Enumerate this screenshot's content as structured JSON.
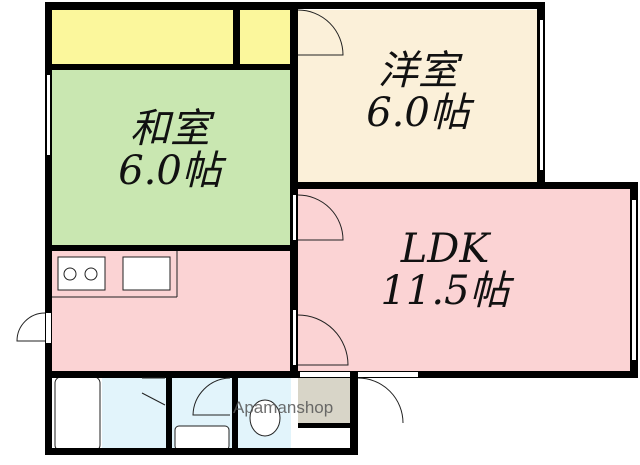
{
  "rooms": {
    "washitsu": {
      "name": "和室",
      "size": "6.0帖"
    },
    "youshitsu": {
      "name": "洋室",
      "size": "6.0帖"
    },
    "ldk": {
      "name": "LDK",
      "size": "11.5帖"
    }
  },
  "watermark": "Apamanshop",
  "colors": {
    "washitsu": "#c9e7b1",
    "youshitsu": "#fbf0d9",
    "ldk": "#fbd3d4",
    "closet": "#fbf79c",
    "wet": "#e2f4fb",
    "storage": "#d8d5c8",
    "wall": "#000000"
  }
}
